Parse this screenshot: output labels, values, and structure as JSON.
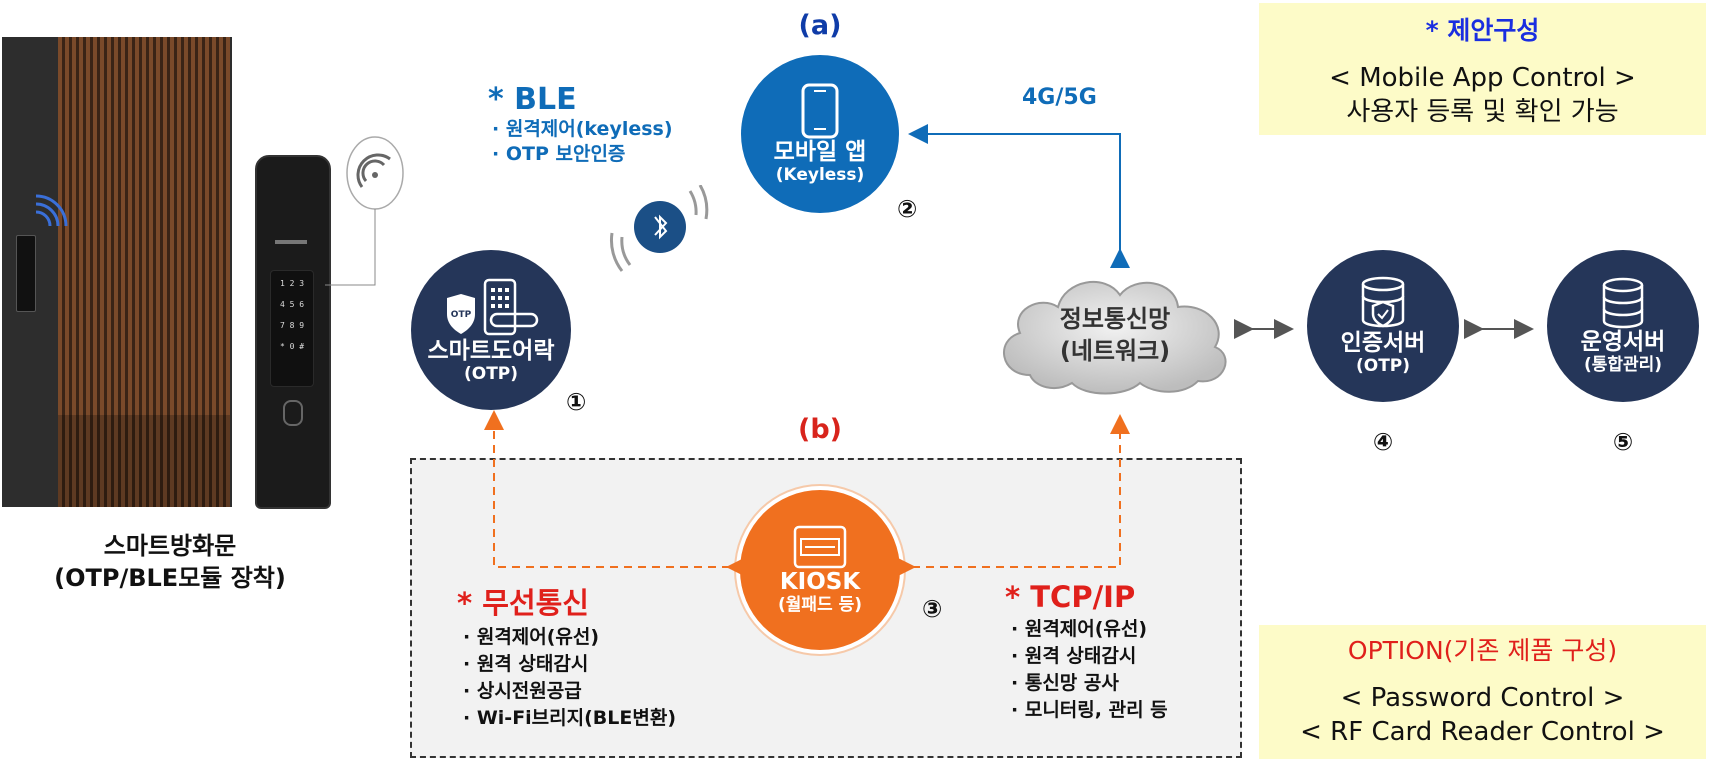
{
  "door": {
    "caption_line1": "스마트방화문",
    "caption_line2": "(OTP/BLE모듈 장착)",
    "lock_keys": [
      "1 2 3",
      "4 5 6",
      "7 8 9",
      "* 0 #"
    ]
  },
  "nodes": {
    "smart_lock": {
      "title": "스마트도어락",
      "sub": "(OTP)",
      "number": "①",
      "otp_badge": "OTP"
    },
    "mobile_app": {
      "title": "모바일 앱",
      "sub": "(Keyless)",
      "number": "②"
    },
    "kiosk": {
      "title": "KIOSK",
      "sub": "(월패드 등)",
      "number": "③"
    },
    "auth_server": {
      "title": "인증서버",
      "sub": "(OTP)",
      "number": "④"
    },
    "ops_server": {
      "title": "운영서버",
      "sub": "(통합관리)",
      "number": "⑤"
    },
    "network": {
      "line1": "정보통신망",
      "line2": "(네트워크)"
    }
  },
  "labels": {
    "section_a": "(a)",
    "section_b": "(b)",
    "link_4g5g": "4G/5G"
  },
  "ble": {
    "title": "* BLE",
    "items": [
      "· 원격제어(keyless)",
      "· OTP 보안인증"
    ]
  },
  "wireless": {
    "title": "* 무선통신",
    "items": [
      "· 원격제어(유선)",
      "· 원격 상태감시",
      "· 상시전원공급",
      "· Wi-Fi브리지(BLE변환)"
    ]
  },
  "tcpip": {
    "title": "* TCP/IP",
    "items": [
      "· 원격제어(유선)",
      "· 원격 상태감시",
      "· 통신망 공사",
      "· 모니터링, 관리 등"
    ]
  },
  "proposal": {
    "title": "* 제안구성",
    "line1": "< Mobile App Control >",
    "line2": "사용자 등록 및 확인 가능"
  },
  "option": {
    "title": "OPTION(기존 제품 구성)",
    "line1": "< Password Control >",
    "line2": "< RF Card Reader Control >"
  },
  "colors": {
    "navy": "#253659",
    "blue": "#0f6cb8",
    "orange": "#f0701f",
    "red": "#e0201b",
    "yellow_box": "#fdfbc8"
  }
}
